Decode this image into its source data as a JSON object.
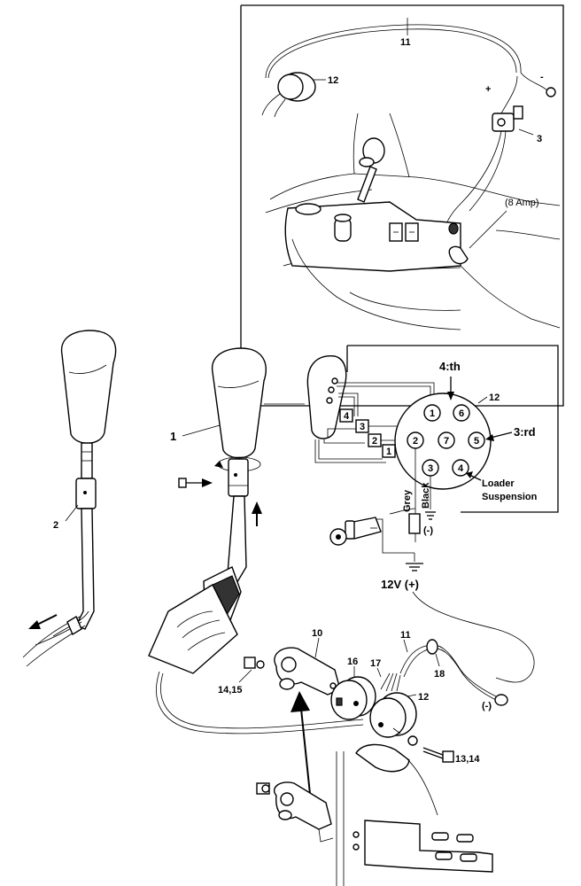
{
  "callouts": {
    "c1": "1",
    "c2": "2",
    "c3": "3",
    "c10": "10",
    "c11_top": "11",
    "c11_bottom": "11",
    "c12_top": "12",
    "c12_connector": "12",
    "c12_bottom": "12",
    "c13_14": "13,14",
    "c14_15": "14,15",
    "c16": "16",
    "c17": "17",
    "c18": "18"
  },
  "inset": {
    "fuse": "(8 Amp)",
    "plus": "+",
    "minus": "-"
  },
  "connector": {
    "pins": [
      "1",
      "2",
      "3",
      "4",
      "5",
      "6",
      "7"
    ],
    "label_4th": "4:th",
    "label_3rd": "3:rd",
    "label_loader_line1": "Loader",
    "label_loader_line2": "Suspension",
    "wire_boxes": [
      "1",
      "2",
      "3",
      "4"
    ],
    "grey": "Grey",
    "black": "Black",
    "ground": "(-)",
    "supply": "12V (+)",
    "ground_bottom": "(-)"
  }
}
